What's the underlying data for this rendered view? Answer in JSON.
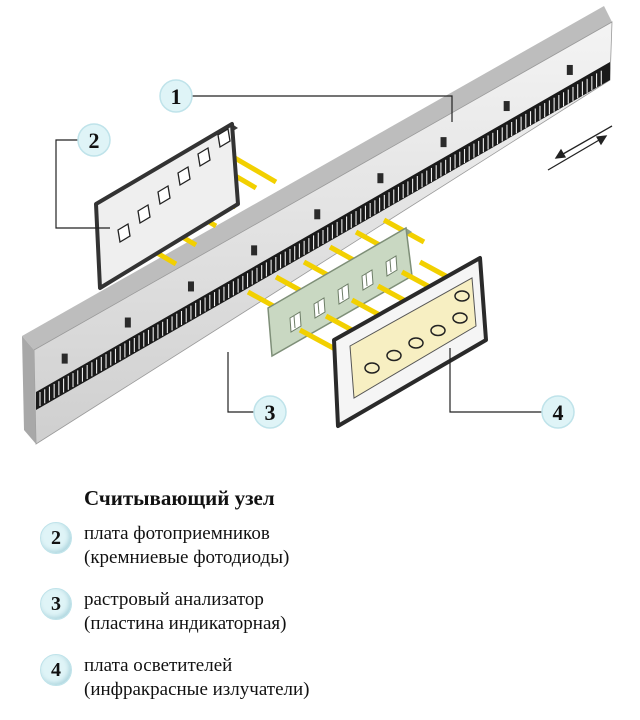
{
  "callouts": [
    {
      "number": "1"
    },
    {
      "number": "2"
    },
    {
      "number": "3"
    },
    {
      "number": "4"
    }
  ],
  "legend": {
    "title": "Считывающий узел",
    "items": [
      {
        "number": "2",
        "line1": "плата фотоприемников",
        "line2": "(кремниевые фотодиоды)"
      },
      {
        "number": "3",
        "line1": "растровый анализатор",
        "line2": "(пластина индикаторная)"
      },
      {
        "number": "4",
        "line1": "плата осветителей",
        "line2": "(инфракрасные излучатели)"
      }
    ]
  },
  "colors": {
    "scale_body": "#e6e6e6",
    "scale_strip": "#1a1a1a",
    "raster_plate": "#c9d8c2",
    "light_beam": "#f2d000",
    "led_board": "#f7efc2",
    "badge": "#dff4f7"
  },
  "icons": [
    "motion-arrows-icon"
  ]
}
